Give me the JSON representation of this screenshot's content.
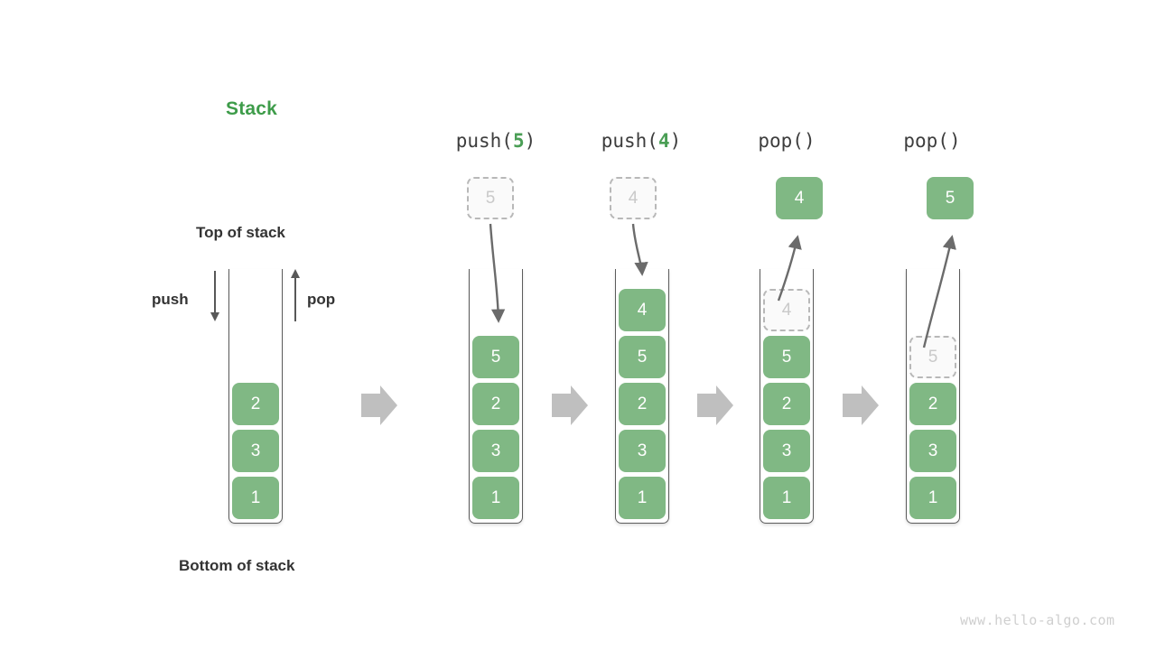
{
  "diagram": {
    "title": "Stack",
    "title_color": "#3e9c4a",
    "top_label": "Top of stack",
    "bottom_label": "Bottom of stack",
    "push_label": "push",
    "pop_label": "pop",
    "watermark": "www.hello-algo.com",
    "box_color": "#80b884",
    "ghost_border_color": "#b8b8b8",
    "arrow_color": "#6b6b6b",
    "step_arrow_color": "#bfbfbf"
  },
  "columns": [
    {
      "id": "initial",
      "header": "",
      "header_prefix": "",
      "header_arg": "",
      "header_suffix": "",
      "cells": [
        "2",
        "3",
        "1"
      ]
    },
    {
      "id": "push-5",
      "header": "push(5)",
      "header_prefix": "push(",
      "header_arg": "5",
      "header_suffix": ")",
      "incoming_value": "5",
      "cells": [
        "5",
        "2",
        "3",
        "1"
      ]
    },
    {
      "id": "push-4",
      "header": "push(4)",
      "header_prefix": "push(",
      "header_arg": "4",
      "header_suffix": ")",
      "incoming_value": "4",
      "cells": [
        "4",
        "5",
        "2",
        "3",
        "1"
      ]
    },
    {
      "id": "pop-1",
      "header": "pop()",
      "header_prefix": "pop(",
      "header_arg": "",
      "header_suffix": ")",
      "outgoing_value": "4",
      "removed_value": "4",
      "cells": [
        "5",
        "2",
        "3",
        "1"
      ]
    },
    {
      "id": "pop-2",
      "header": "pop()",
      "header_prefix": "pop(",
      "header_arg": "",
      "header_suffix": ")",
      "outgoing_value": "5",
      "removed_value": "5",
      "cells": [
        "2",
        "3",
        "1"
      ]
    }
  ]
}
